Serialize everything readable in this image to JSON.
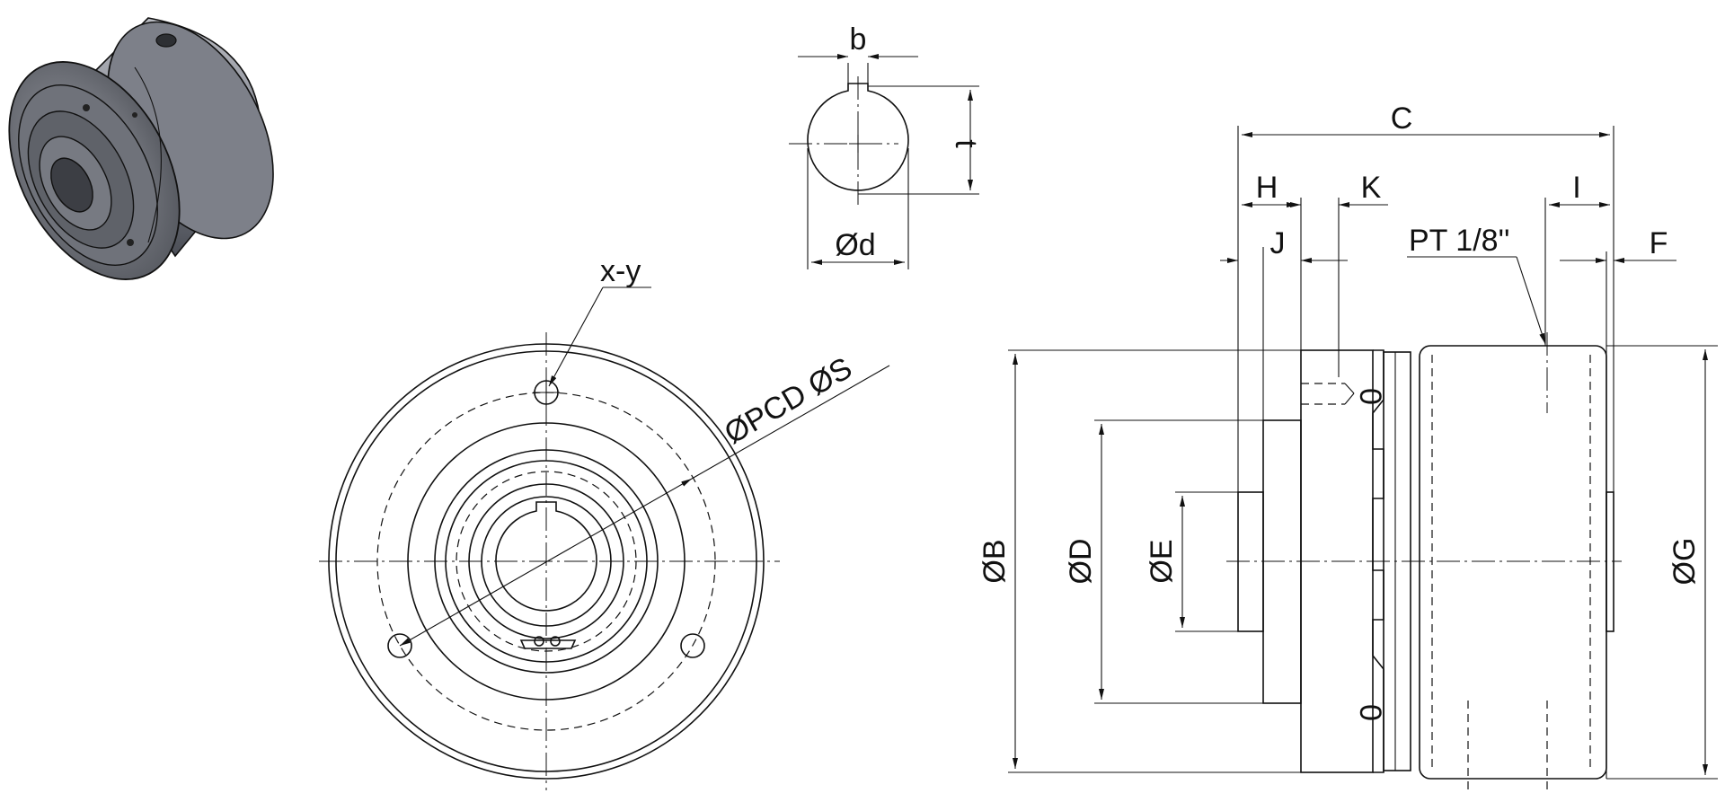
{
  "labels": {
    "key_width": "b",
    "key_depth": "t",
    "shaft_diameter": "Ød",
    "hole_spec": "x-y",
    "pcd": "ØPCD ØS",
    "length_c": "C",
    "length_h": "H",
    "length_k": "K",
    "length_j": "J",
    "length_i": "I",
    "length_f": "F",
    "port": "PT 1/8''",
    "diameter_b": "ØB",
    "diameter_d": "ØD",
    "diameter_e": "ØE",
    "diameter_g": "ØG"
  }
}
